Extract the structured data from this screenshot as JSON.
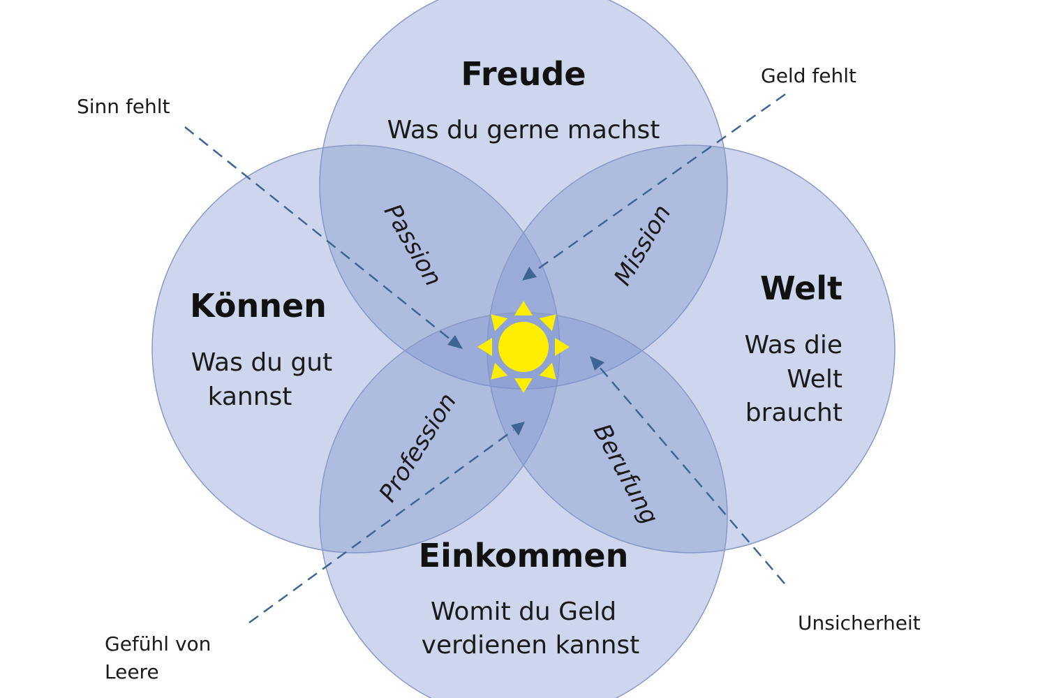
{
  "circles": {
    "top": {
      "title": "Freude",
      "desc": [
        "Was du gerne machst"
      ]
    },
    "left": {
      "title": "Können",
      "desc": [
        "Was du gut",
        "kannst"
      ]
    },
    "right": {
      "title": "Welt",
      "desc": [
        "Was die",
        "Welt",
        "braucht"
      ]
    },
    "bottom": {
      "title": "Einkommen",
      "desc": [
        "Womit du Geld",
        "verdienen kannst"
      ]
    }
  },
  "overlaps": {
    "top_left": "Passion",
    "top_right": "Mission",
    "bottom_left": "Profession",
    "bottom_right": "Berufung"
  },
  "callouts": {
    "top_left": [
      "Sinn fehlt"
    ],
    "top_right": [
      "Geld fehlt"
    ],
    "bottom_left": [
      "Gefühl von",
      "Leere"
    ],
    "bottom_right": [
      "Unsicherheit"
    ]
  },
  "colors": {
    "circle_fill": "#b4c0e3",
    "arrow": "#3e6592",
    "sun": "#ffee00"
  },
  "center_icon": "sun-icon"
}
